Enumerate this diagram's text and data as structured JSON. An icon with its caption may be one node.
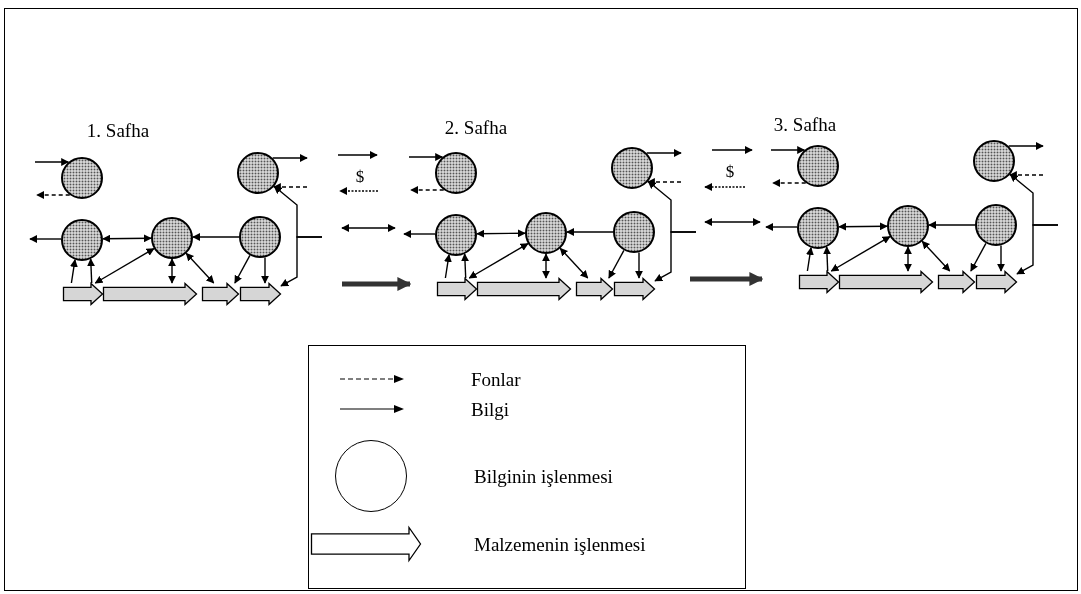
{
  "diagram": {
    "nodes": [
      {
        "text": [],
        "shape": "circle"
      },
      {
        "text": [],
        "shape": "circle"
      },
      {
        "text": [],
        "shape": "circle"
      },
      {
        "text": [],
        "shape": "circle"
      },
      {
        "text": [],
        "shape": "circle"
      },
      {
        "text": [],
        "shape": "arrow"
      },
      {
        "text": [],
        "shape": "arrow"
      },
      {
        "text": [],
        "shape": "arrow"
      },
      {
        "text": [],
        "shape": "arrow"
      },
      {
        "text": [],
        "shape": "circle"
      },
      {
        "text": [],
        "shape": "circle"
      },
      {
        "text": [],
        "shape": "circle"
      },
      {
        "text": [],
        "shape": "circle"
      },
      {
        "text": [],
        "shape": "circle"
      },
      {
        "text": [],
        "shape": "arrow"
      },
      {
        "text": [],
        "shape": "arrow"
      },
      {
        "text": [],
        "shape": "arrow"
      },
      {
        "text": [],
        "shape": "arrow"
      },
      {
        "text": [],
        "shape": "circle"
      },
      {
        "text": [],
        "shape": "circle"
      },
      {
        "text": [],
        "shape": "circle"
      },
      {
        "text": [],
        "shape": "circle"
      },
      {
        "text": [],
        "shape": "circle"
      },
      {
        "text": [],
        "shape": "arrow"
      },
      {
        "text": [],
        "shape": "arrow"
      },
      {
        "text": [],
        "shape": "arrow"
      },
      {
        "text": [],
        "shape": "arrow"
      }
    ],
    "edges": [
      {
        "from": null,
        "to": 0,
        "arrow": "to"
      },
      {
        "from": 0,
        "to": null,
        "arrow": "to",
        "style": "dashed"
      },
      {
        "from": 1,
        "to": null,
        "arrow": "to"
      },
      {
        "from": null,
        "to": 1,
        "arrow": "to",
        "style": "dashed"
      },
      {
        "from": 2,
        "to": null,
        "arrow": "to"
      },
      {
        "from": 2,
        "to": 3,
        "arrow": "both"
      },
      {
        "from": 4,
        "to": 3,
        "arrow": "to"
      },
      {
        "from": null,
        "to": 1,
        "arrow": "to"
      },
      {
        "from": null,
        "to": 8,
        "arrow": "to"
      },
      {
        "from": 5,
        "to": 2,
        "arrow": "to"
      },
      {
        "from": 5,
        "to": 2,
        "arrow": "to"
      },
      {
        "from": 5,
        "to": 3,
        "arrow": "both"
      },
      {
        "from": 3,
        "to": 6,
        "arrow": "both"
      },
      {
        "from": 3,
        "to": 7,
        "arrow": "both"
      },
      {
        "from": 4,
        "to": 7,
        "arrow": "to"
      },
      {
        "from": 4,
        "to": 8,
        "arrow": "to"
      },
      {
        "from": null,
        "to": 9,
        "arrow": "to"
      },
      {
        "from": 9,
        "to": null,
        "arrow": "to",
        "style": "dashed"
      },
      {
        "from": 10,
        "to": null,
        "arrow": "to"
      },
      {
        "from": null,
        "to": 10,
        "arrow": "to",
        "style": "dashed"
      },
      {
        "from": 11,
        "to": null,
        "arrow": "to"
      },
      {
        "from": 11,
        "to": 12,
        "arrow": "both"
      },
      {
        "from": 13,
        "to": 12,
        "arrow": "to"
      },
      {
        "from": null,
        "to": 10,
        "arrow": "to"
      },
      {
        "from": null,
        "to": 17,
        "arrow": "to"
      },
      {
        "from": 14,
        "to": 11,
        "arrow": "to"
      },
      {
        "from": 14,
        "to": 11,
        "arrow": "to"
      },
      {
        "from": 14,
        "to": 12,
        "arrow": "both"
      },
      {
        "from": 12,
        "to": 15,
        "arrow": "both"
      },
      {
        "from": 12,
        "to": 16,
        "arrow": "both"
      },
      {
        "from": 13,
        "to": 16,
        "arrow": "to"
      },
      {
        "from": 13,
        "to": 17,
        "arrow": "to"
      },
      {
        "from": null,
        "to": 18,
        "arrow": "to"
      },
      {
        "from": 18,
        "to": null,
        "arrow": "to",
        "style": "dashed"
      },
      {
        "from": 19,
        "to": null,
        "arrow": "to"
      },
      {
        "from": null,
        "to": 19,
        "arrow": "to",
        "style": "dashed"
      },
      {
        "from": 20,
        "to": null,
        "arrow": "to"
      },
      {
        "from": 20,
        "to": 21,
        "arrow": "both"
      },
      {
        "from": 22,
        "to": 21,
        "arrow": "to"
      },
      {
        "from": null,
        "to": 19,
        "arrow": "to"
      },
      {
        "from": null,
        "to": 26,
        "arrow": "to"
      },
      {
        "from": 23,
        "to": 20,
        "arrow": "to"
      },
      {
        "from": 23,
        "to": 20,
        "arrow": "to"
      },
      {
        "from": 23,
        "to": 21,
        "arrow": "both"
      },
      {
        "from": 21,
        "to": 24,
        "arrow": "both"
      },
      {
        "from": 21,
        "to": 25,
        "arrow": "both"
      },
      {
        "from": 22,
        "to": 25,
        "arrow": "to"
      },
      {
        "from": 22,
        "to": 26,
        "arrow": "to"
      }
    ],
    "labels": [
      "1. Safha",
      "2. Safha",
      "3. Safha",
      "$",
      "$"
    ],
    "legend": [
      {
        "text": "Fonlar"
      },
      {
        "text": "Bilgi"
      },
      {
        "text": "Bilginin işlenmesi"
      },
      {
        "text": "Malzemenin işlenmesi"
      }
    ]
  }
}
